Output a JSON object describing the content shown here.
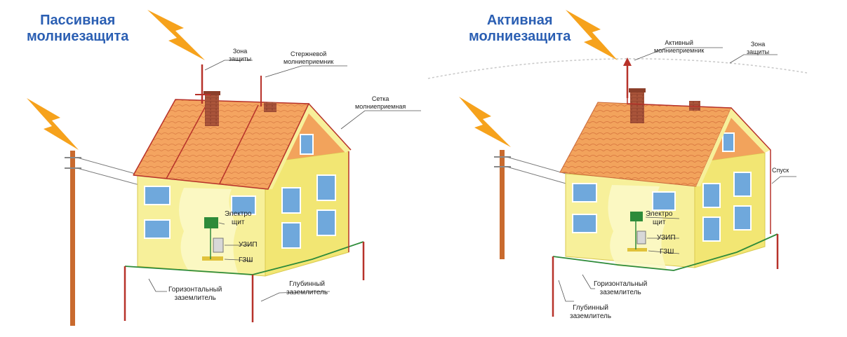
{
  "passive": {
    "title_line1": "Пассивная",
    "title_line2": "молниезащита",
    "labels": {
      "zone_line1": "Зона",
      "zone_line2": "защиты",
      "rod_line1": "Стержневой",
      "rod_line2": "молниеприемник",
      "mesh_line1": "Сетка",
      "mesh_line2": "молниеприемная",
      "panel_line1": "Электро",
      "panel_line2": "щит",
      "spd": "УЗИП",
      "gzsh": "ГЗШ",
      "horiz_line1": "Горизонтальный",
      "horiz_line2": "заземлитель",
      "deep_line1": "Глубинный",
      "deep_line2": "заземлитель"
    }
  },
  "active": {
    "title_line1": "Активная",
    "title_line2": "молниезащита",
    "labels": {
      "rod_line1": "Активный",
      "rod_line2": "молниеприемник",
      "zone_line1": "Зона",
      "zone_line2": "защиты",
      "downconductor": "Спуск",
      "panel_line1": "Электро",
      "panel_line2": "щит",
      "spd": "УЗИП",
      "gzsh": "ГЗШ",
      "horiz_line1": "Горизонтальный",
      "horiz_line2": "заземлитель",
      "deep_line1": "Глубинный",
      "deep_line2": "заземлитель"
    }
  },
  "colors": {
    "title": "#2b5fb3",
    "wall_front": "#f7f09a",
    "wall_side": "#f2e673",
    "roof": "#f4a460",
    "roof_dark": "#e8894a",
    "chimney": "#a9543a",
    "conductor": "#b7322a",
    "ground_wire": "#2e8b3a",
    "window": "#6fa8dc",
    "bolt": "#f6a21c"
  },
  "icons": [
    "lightning-bolt-icon",
    "utility-pole-icon",
    "electrical-panel-icon",
    "lightning-rod-icon"
  ]
}
